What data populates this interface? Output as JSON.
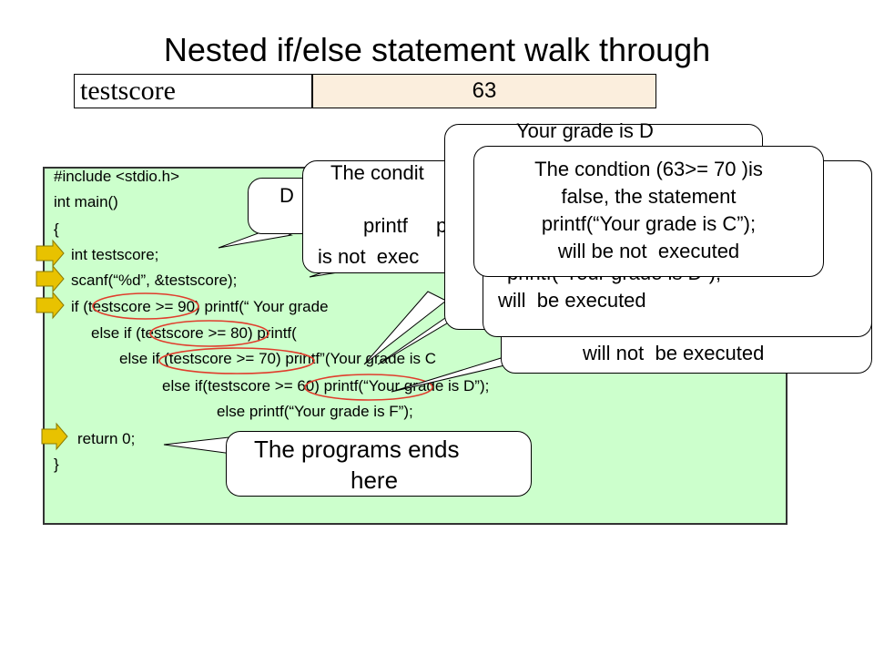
{
  "title": "Nested if/else statement walk through",
  "variable": {
    "label": "testscore",
    "value": "63"
  },
  "code": {
    "lines": [
      "#include <stdio.h>",
      "int main()",
      "{",
      "int testscore;",
      "scanf(“%d”, &testscore);",
      "if (testscore >= 90) printf(“ Your grade",
      "else if (testscore >= 80) printf(",
      "else if (testscore >= 70) printf”(Your grade is C",
      "else if(testscore >= 60) printf(“Your grade is D”);",
      "else printf(“Your grade is F”);",
      "return 0;",
      "}"
    ]
  },
  "callouts": {
    "d_fragment": "D",
    "condition_fragment": "The condit",
    "printf_fragment1": "printf",
    "printf_fragment2": "p",
    "not_executed_fragment": "is not  exec",
    "grade_d_title": "Your grade is D",
    "comma_fragment": ",",
    "grade_d_partial": "printf(“Your grade is D”);",
    "will_be_executed": "will  be executed",
    "will_not_be_executed": "will not  be executed",
    "front": {
      "line1": "The condtion (63>= 70 )is",
      "line2": "false, the statement",
      "line3": "printf(“Your grade is C”);",
      "line4": "will be not  executed"
    },
    "program_ends_line1": "The programs ends",
    "program_ends_line2": "here"
  },
  "colors": {
    "code_bg": "#ccffcc",
    "value_bg": "#fbeedd",
    "arrow": "#e8c200",
    "ellipse": "#e03c2c"
  }
}
